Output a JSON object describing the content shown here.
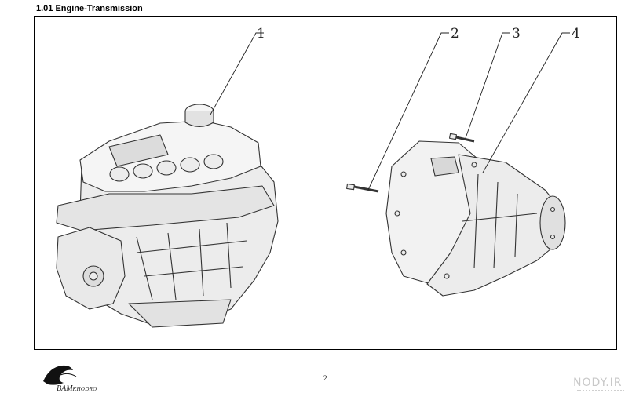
{
  "header": {
    "title": "1.01 Engine-Transmission"
  },
  "callouts": [
    "1",
    "2",
    "3",
    "4"
  ],
  "footer": {
    "page_number": "2",
    "logo_brand": "BAM",
    "logo_sub": "KHODRO",
    "watermark": "NODY.IR"
  }
}
